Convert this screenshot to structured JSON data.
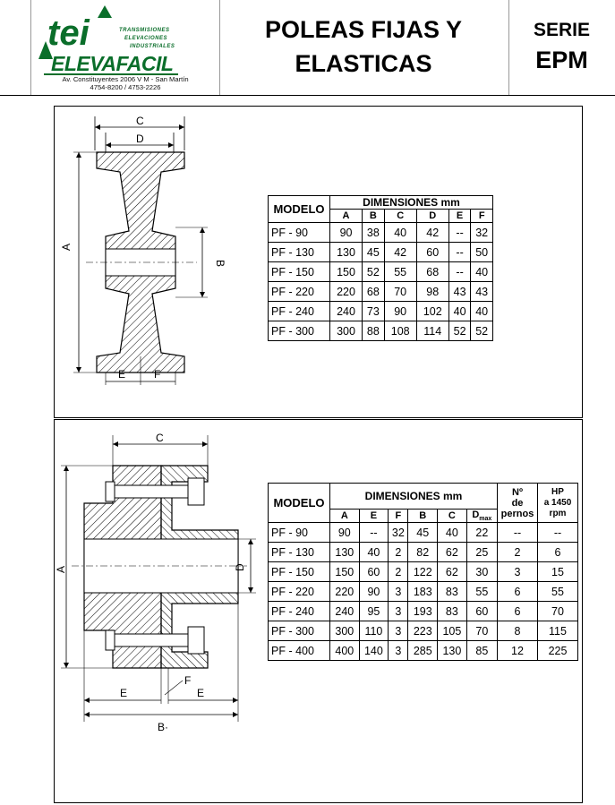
{
  "header": {
    "logo": {
      "mark": "tei",
      "tagline": [
        "TRANSMISIONES",
        "ELEVACIONES",
        "INDUSTRIALES"
      ],
      "brand": "ELEVAFACIL",
      "address": "Av. Constituyentes 2006  V M - San Martín",
      "phones": "4754-8200 / 4753-2226"
    },
    "title_line1": "POLEAS FIJAS Y",
    "title_line2": "ELASTICAS",
    "serie_label": "SERIE",
    "serie_code": "EPM"
  },
  "fixed_pulley": {
    "drawing_labels": {
      "c": "C",
      "d": "D",
      "a": "A",
      "b": "B",
      "e": "E",
      "f": "F"
    },
    "table": {
      "model_header": "MODELO",
      "dims_header": "DIMENSIONES mm",
      "columns": [
        "A",
        "B",
        "C",
        "D",
        "E",
        "F"
      ],
      "rows": [
        {
          "model": "PF -  90",
          "values": [
            "90",
            "38",
            "40",
            "42",
            "--",
            "32"
          ]
        },
        {
          "model": "PF - 130",
          "values": [
            "130",
            "45",
            "42",
            "60",
            "--",
            "50"
          ]
        },
        {
          "model": "PF - 150",
          "values": [
            "150",
            "52",
            "55",
            "68",
            "--",
            "40"
          ]
        },
        {
          "model": "PF - 220",
          "values": [
            "220",
            "68",
            "70",
            "98",
            "43",
            "43"
          ]
        },
        {
          "model": "PF - 240",
          "values": [
            "240",
            "73",
            "90",
            "102",
            "40",
            "40"
          ]
        },
        {
          "model": "PF - 300",
          "values": [
            "300",
            "88",
            "108",
            "114",
            "52",
            "52"
          ]
        }
      ]
    }
  },
  "elastic_pulley": {
    "drawing_labels": {
      "c": "C",
      "a": "A",
      "d": "D",
      "e_left": "E",
      "f": "F",
      "e_right": "E",
      "b": "B·"
    },
    "table": {
      "model_header": "MODELO",
      "dims_header": "DIMENSIONES mm",
      "bolts_header": [
        "Nº",
        "de",
        "pernos"
      ],
      "hp_header": [
        "HP",
        "a 1450",
        "rpm"
      ],
      "columns": [
        "A",
        "E",
        "F",
        "B",
        "C"
      ],
      "dmax": {
        "main": "D",
        "sub": "max"
      },
      "rows": [
        {
          "model": "PF -  90",
          "values": [
            "90",
            "--",
            "32",
            "45",
            "40",
            "22"
          ],
          "bolts": "--",
          "hp": "--"
        },
        {
          "model": "PF - 130",
          "values": [
            "130",
            "40",
            "2",
            "82",
            "62",
            "25"
          ],
          "bolts": "2",
          "hp": "6"
        },
        {
          "model": "PF - 150",
          "values": [
            "150",
            "60",
            "2",
            "122",
            "62",
            "30"
          ],
          "bolts": "3",
          "hp": "15"
        },
        {
          "model": "PF - 220",
          "values": [
            "220",
            "90",
            "3",
            "183",
            "83",
            "55"
          ],
          "bolts": "6",
          "hp": "55"
        },
        {
          "model": "PF - 240",
          "values": [
            "240",
            "95",
            "3",
            "193",
            "83",
            "60"
          ],
          "bolts": "6",
          "hp": "70"
        },
        {
          "model": "PF - 300",
          "values": [
            "300",
            "110",
            "3",
            "223",
            "105",
            "70"
          ],
          "bolts": "8",
          "hp": "115"
        },
        {
          "model": "PF - 400",
          "values": [
            "400",
            "140",
            "3",
            "285",
            "130",
            "85"
          ],
          "bolts": "12",
          "hp": "225"
        }
      ]
    }
  }
}
